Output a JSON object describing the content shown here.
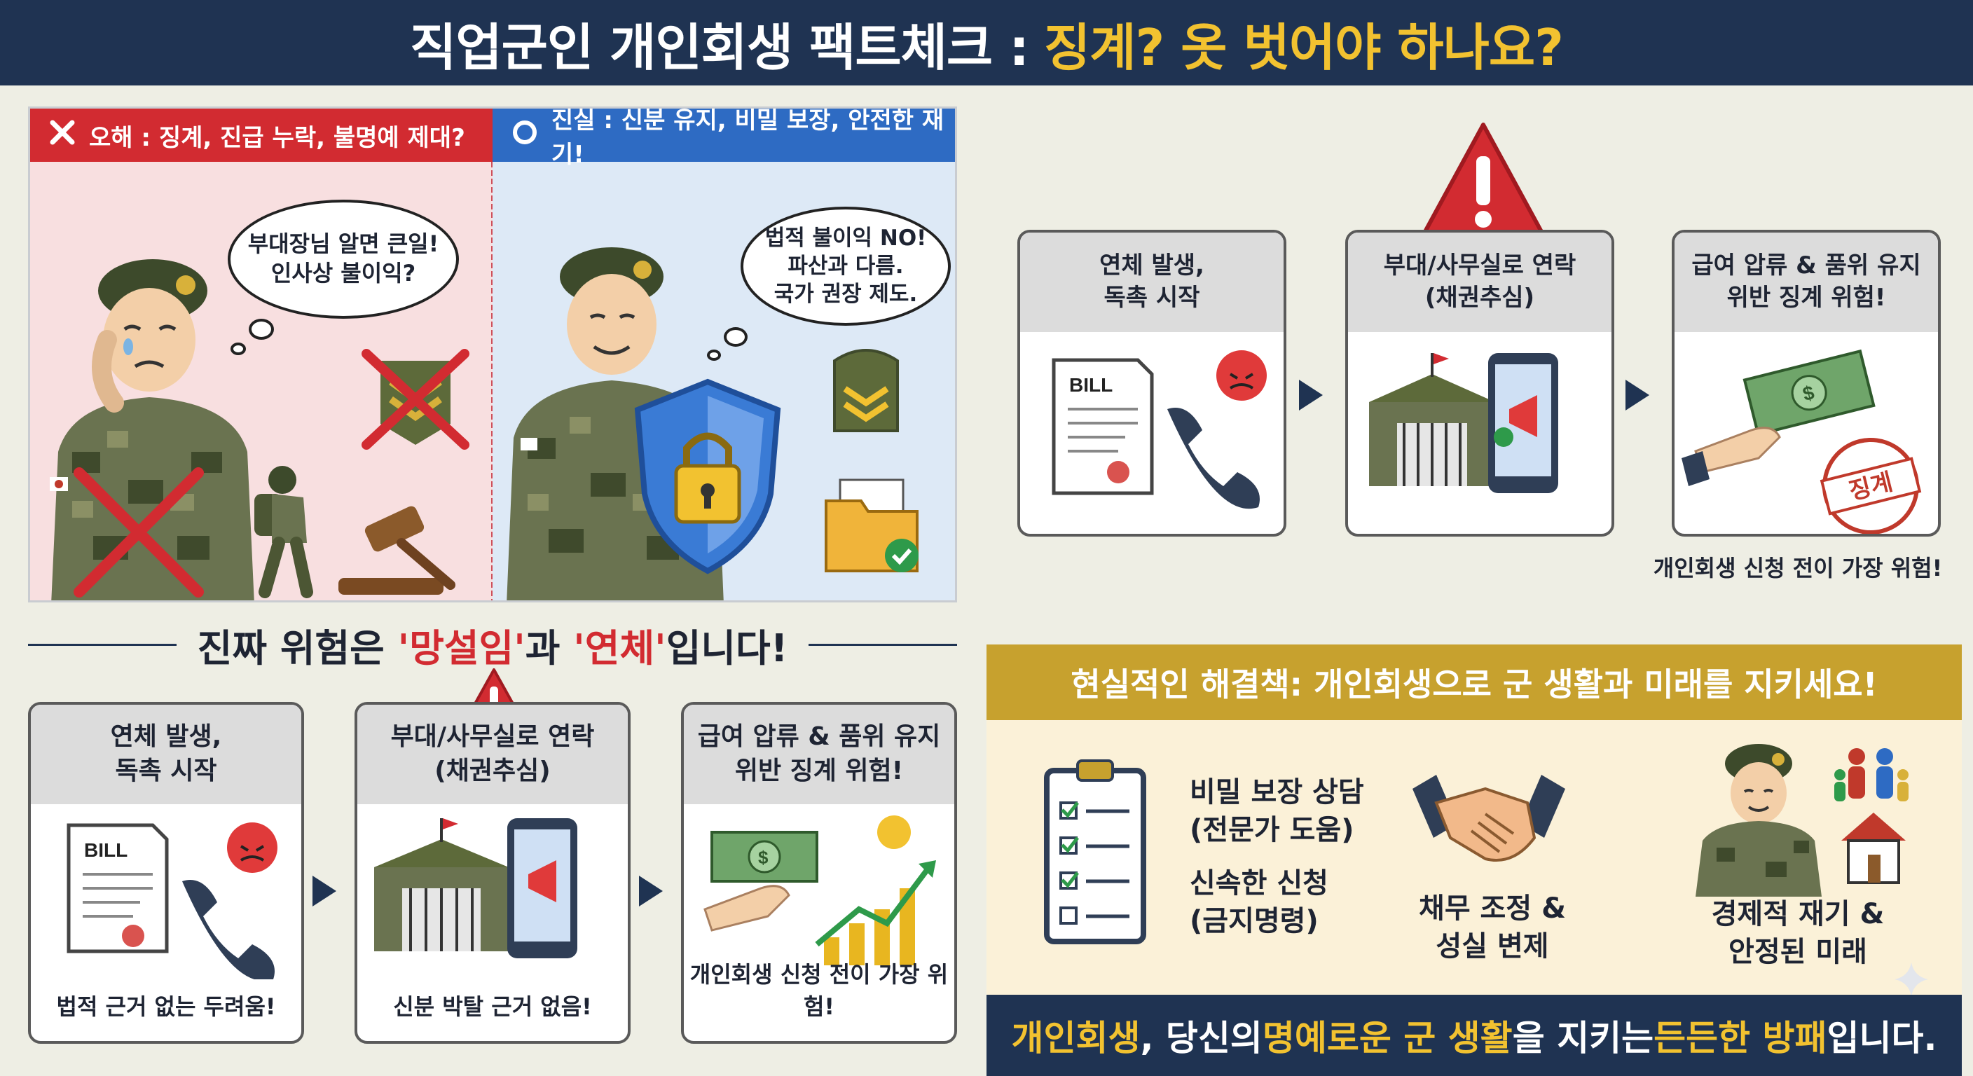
{
  "header": {
    "title_main": "직업군인 개인회생 팩트체크 :",
    "title_highlight": "징계? 옷 벗어야 하나요?"
  },
  "myth": {
    "icon": "cross-icon",
    "label": "오해 : 징계, 진급 누락, 불명예 제대?",
    "bubble_line1": "부대장님 알면 큰일!",
    "bubble_line2": "인사상 불이익?"
  },
  "truth": {
    "icon": "circle-icon",
    "label": "진실 : 신분 유지, 비밀 보장, 안전한 재기!",
    "bubble_line1": "법적 불이익 NO!",
    "bubble_line2": "파산과 다름.",
    "bubble_line3": "국가 권장 제도."
  },
  "danger": {
    "prefix": "진짜 위험은 ",
    "word1": "'망설임'",
    "mid": "과 ",
    "word2": "'연체'",
    "suffix": "입니다!"
  },
  "steps": [
    {
      "title1": "연체 발생,",
      "title2": "독촉 시작",
      "note": "법적 근거 없는 두려움!",
      "bill": "BILL"
    },
    {
      "title1": "부대/사무실로 연락",
      "title2": "(채권추심)",
      "note": "신분 박탈 근거 없음!"
    },
    {
      "title1": "급여 압류 & 품위 유지",
      "title2": "위반 징계 위험!",
      "note": "개인회생 신청 전이 가장 위험!"
    }
  ],
  "right_steps": [
    {
      "title1": "연체 발생,",
      "title2": "독촉 시작",
      "bill": "BILL"
    },
    {
      "title1": "부대/사무실로 연락",
      "title2": "(채권추심)"
    },
    {
      "title1": "급여 압류 & 품위 유지",
      "title2": "위반 징계 위험!",
      "stamp": "징계"
    }
  ],
  "right_note": "개인회생 신청 전이 가장 위험!",
  "solution": {
    "title": "현실적인 해결책: 개인회생으로 군 생활과 미래를 지키세요!",
    "item1_line1": "비밀 보장 상담",
    "item1_line2": "(전문가 도움)",
    "item2_line1": "신속한 신청",
    "item2_line2": "(금지명령)",
    "item3_line1": "채무 조정 &",
    "item3_line2": "성실 변제",
    "item4_line1": "경제적 재기 &",
    "item4_line2": "안정된 미래"
  },
  "footer": {
    "p1": "개인회생",
    "p2": ", 당신의 ",
    "p3": "명예로운 군 생활",
    "p4": "을 지키는 ",
    "p5": "든든한 방패",
    "p6": "입니다."
  },
  "colors": {
    "navy": "#1f3352",
    "gold": "#f2c230",
    "red": "#d22b31",
    "blue": "#2e6bc3",
    "solution_gold": "#c7a12e"
  }
}
